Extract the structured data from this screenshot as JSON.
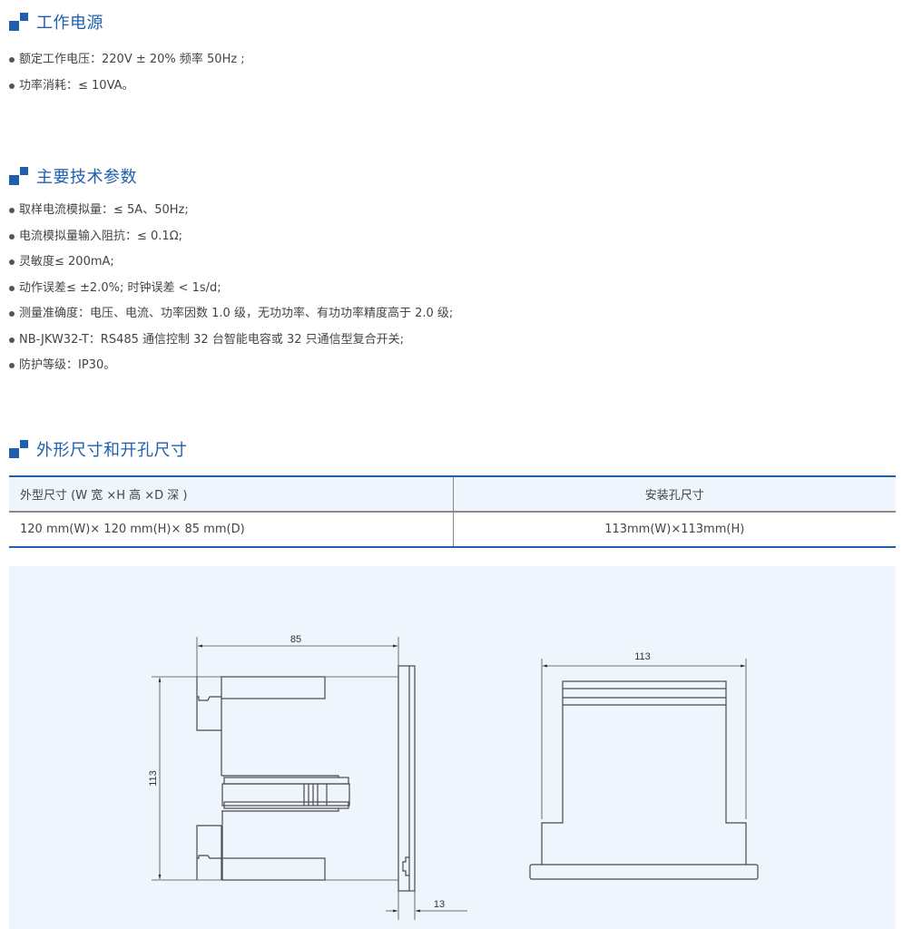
{
  "sections": {
    "power": {
      "title": "工作电源",
      "items": [
        "额定工作电压：220V ± 20% 频率 50Hz ;",
        "功率消耗：≤ 10VA。"
      ]
    },
    "specs": {
      "title": "主要技术参数",
      "items": [
        "取样电流模拟量：≤ 5A、50Hz;",
        "电流模拟量输入阻抗：≤ 0.1Ω;",
        "灵敏度≤ 200mA;",
        "动作误差≤ ±2.0%;  时钟误差 < 1s/d;",
        "测量准确度：电压、电流、功率因数 1.0 级，无功功率、有功功率精度高于 2.0 级;",
        "NB-JKW32-T：RS485 通信控制 32 台智能电容或 32 只通信型复合开关;",
        "防护等级：IP30。"
      ]
    },
    "dimensions": {
      "title": "外形尺寸和开孔尺寸",
      "table": {
        "headers": [
          "外型尺寸 (W 宽 ×H 高 ×D 深 )",
          "安装孔尺寸"
        ],
        "rows": [
          [
            "120 mm(W)× 120 mm(H)× 85 mm(D)",
            "113mm(W)×113mm(H)"
          ]
        ]
      }
    }
  },
  "diagram": {
    "side_view": {
      "depth_label": "85",
      "height_label": "113",
      "panel_label": "13"
    },
    "cutout_view": {
      "width_label": "113"
    }
  },
  "colors": {
    "accent": "#1f5fae",
    "header_bg": "#eef5fc",
    "diagram_bg": "#eef5fc",
    "line": "#4a4a4a"
  }
}
